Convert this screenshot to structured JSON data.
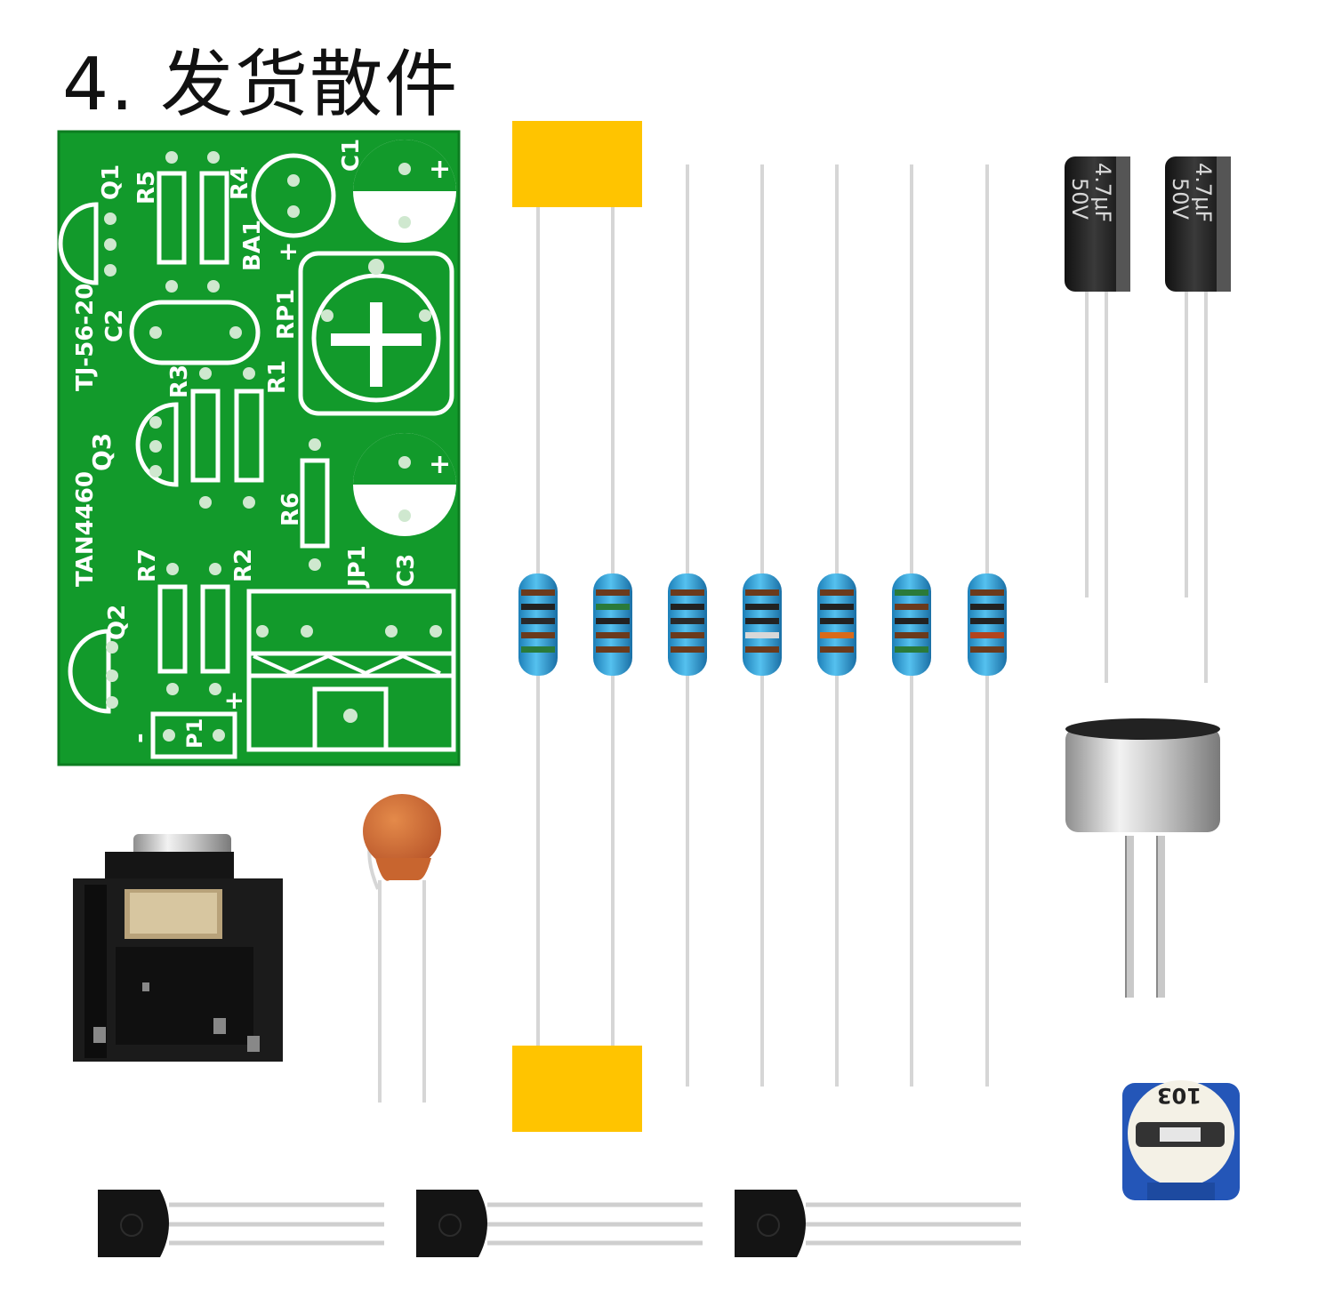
{
  "title": "4. 发货散件",
  "pcb": {
    "labels": {
      "q1": "Q1",
      "r5": "R5",
      "r4": "R4",
      "c1": "C1",
      "ba1": "BA1",
      "model": "TJ-56-20",
      "c2": "C2",
      "rp1": "RP1",
      "r3": "R3",
      "r1": "R1",
      "q3": "Q3",
      "r6": "R6",
      "tan": "TAN4460",
      "r7": "R7",
      "r2": "R2",
      "jp1": "JP1",
      "c3": "C3",
      "q2": "Q2",
      "p1": "P1",
      "plus": "+",
      "minus": "-"
    }
  },
  "electrolytic_caps": {
    "value": "4.7μF",
    "voltage": "50V"
  },
  "trimmer": {
    "code": "103"
  },
  "colors": {
    "pcb_green": "#129a2b",
    "tape_yellow": "#ffc400",
    "resistor_blue": "#3aa8dc",
    "ceramic_cap": "#d9793a",
    "trimmer_blue": "#2456b8"
  }
}
